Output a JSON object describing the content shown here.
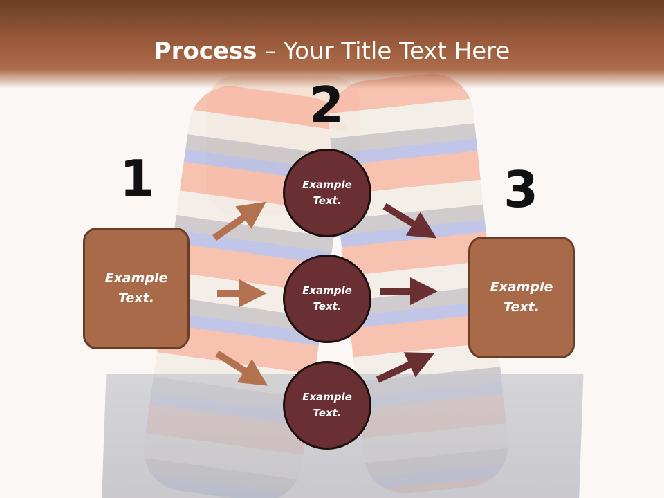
{
  "title": {
    "bold": "Process",
    "rest": " – Your Title Text Here"
  },
  "steps": {
    "one": "1",
    "two": "2",
    "three": "3"
  },
  "left_box": {
    "text": "Example\nText."
  },
  "right_box": {
    "text": "Example\nText."
  },
  "circles": [
    {
      "text": "Example\nText."
    },
    {
      "text": "Example\nText."
    },
    {
      "text": "Example\nText."
    }
  ],
  "colors": {
    "header": "#97593a",
    "box": "#a86a48",
    "circle": "#6a2f33",
    "arrow_light": "#b2724f",
    "arrow_dark": "#6a2f33"
  }
}
